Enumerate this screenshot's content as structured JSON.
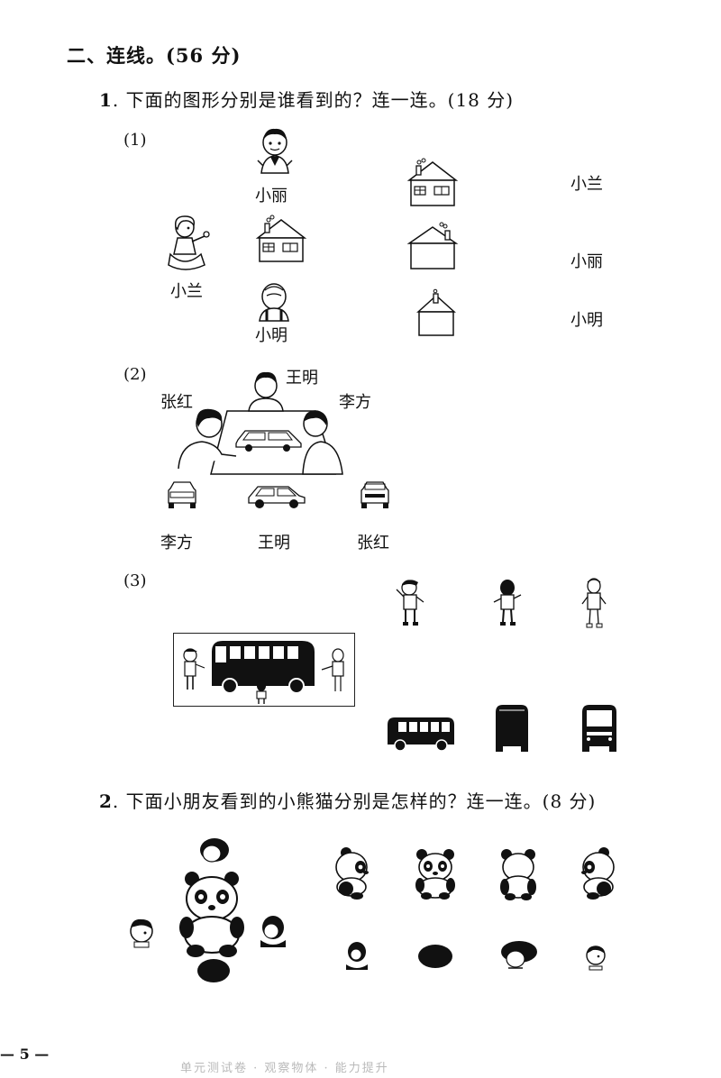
{
  "section": {
    "title": "二、连线。(56 分)"
  },
  "q1": {
    "number": "1",
    "text": ". 下面的图形分别是谁看到的？连一连。(18 分)",
    "part1": {
      "label": "(1)",
      "people": [
        "小丽",
        "小兰",
        "小明"
      ],
      "answers": [
        "小兰",
        "小丽",
        "小明"
      ]
    },
    "part2": {
      "label": "(2)",
      "people": [
        "王明",
        "张红",
        "李方"
      ],
      "answers": [
        "李方",
        "王明",
        "张红"
      ]
    },
    "part3": {
      "label": "(3)"
    }
  },
  "q2": {
    "number": "2",
    "text": ". 下面小朋友看到的小熊猫分别是怎样的？连一连。(8 分)"
  },
  "footer": {
    "page_number": "— 5 —",
    "faded_text": "单元测试卷 · 观察物体 · 能力提升"
  }
}
